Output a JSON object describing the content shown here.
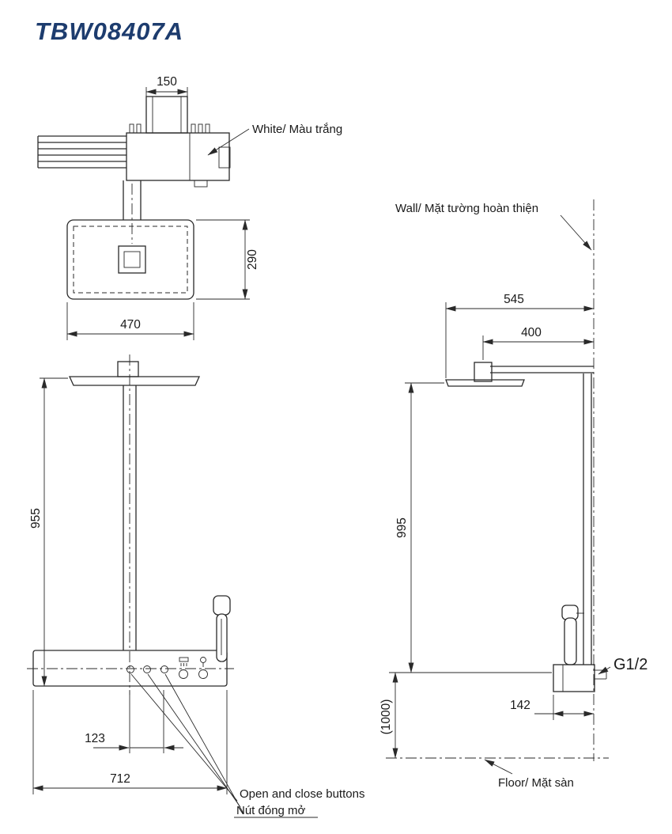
{
  "title": "TBW08407A",
  "colors": {
    "title": "#1d3c6e",
    "line": "#2a2a2a",
    "background": "#ffffff"
  },
  "labels": {
    "white_label": "White/ Màu trắng",
    "wall_label": "Wall/ Mặt tường hoàn thiện",
    "floor_label": "Floor/ Mặt sàn",
    "buttons_label_en": "Open and close buttons",
    "buttons_label_vi": "Nút đóng mở",
    "thread_label": "G1/2"
  },
  "dims": {
    "d150": "150",
    "d290": "290",
    "d470": "470",
    "d955": "955",
    "d123": "123",
    "d712": "712",
    "d545": "545",
    "d400": "400",
    "d995": "995",
    "d1000": "(1000)",
    "d142": "142"
  }
}
